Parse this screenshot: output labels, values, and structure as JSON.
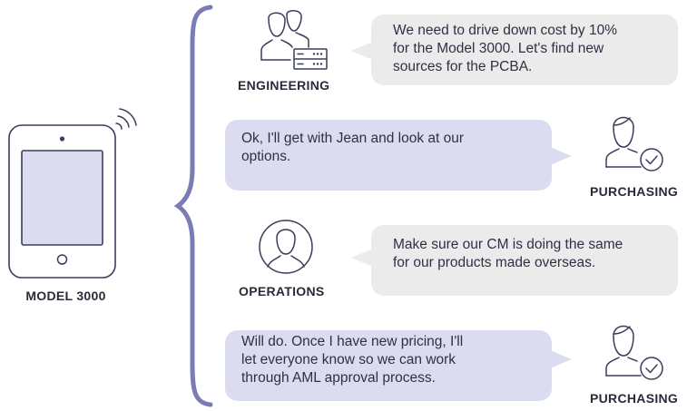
{
  "device": {
    "label": "MODEL 3000",
    "icon": "tablet-icon"
  },
  "colors": {
    "accent": "#7b7bb6",
    "icon_stroke": "#3a3d5c",
    "bubble_grey": "#ebebeb",
    "bubble_purple": "#dcdcf0"
  },
  "conversation": [
    {
      "role": "ENGINEERING",
      "icon": "engineering-team-icon",
      "message": "We need to drive down cost by 10%\nfor the Model 3000. Let's find new\nsources for the PCBA."
    },
    {
      "role": "PURCHASING",
      "icon": "purchasing-person-check-icon",
      "message": "Ok, I'll get with Jean and look at our\noptions."
    },
    {
      "role": "OPERATIONS",
      "icon": "operations-person-icon",
      "message": "Make sure our CM is doing the same\nfor our products made overseas."
    },
    {
      "role": "PURCHASING",
      "icon": "purchasing-person-check-icon",
      "message": "Will do. Once I have new pricing, I'll\nlet everyone know so we can work\nthrough AML approval process."
    }
  ]
}
